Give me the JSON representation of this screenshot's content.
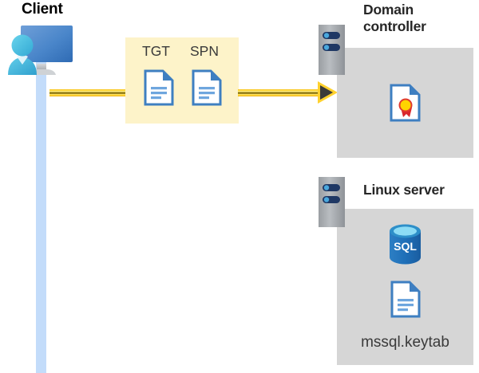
{
  "diagram": {
    "title_client": "Client",
    "title_domain_controller": "Domain controller",
    "title_linux_server": "Linux server",
    "token_panel": {
      "tgt_label": "TGT",
      "spn_label": "SPN"
    },
    "linux_contents": {
      "database_label": "SQL",
      "keytab_filename": "mssql.keytab"
    },
    "colors": {
      "highlight_panel": "#fdf3c9",
      "server_panel": "#d6d6d6",
      "lifeline": "#c3dcfa",
      "arrow": "#ffd12e",
      "title_text": "#262626",
      "document_blue": "#3e7fc1",
      "sql_blue": "#1f6fb8",
      "certificate_gold": "#ffd400",
      "certificate_ribbon": "#d9262c"
    }
  }
}
